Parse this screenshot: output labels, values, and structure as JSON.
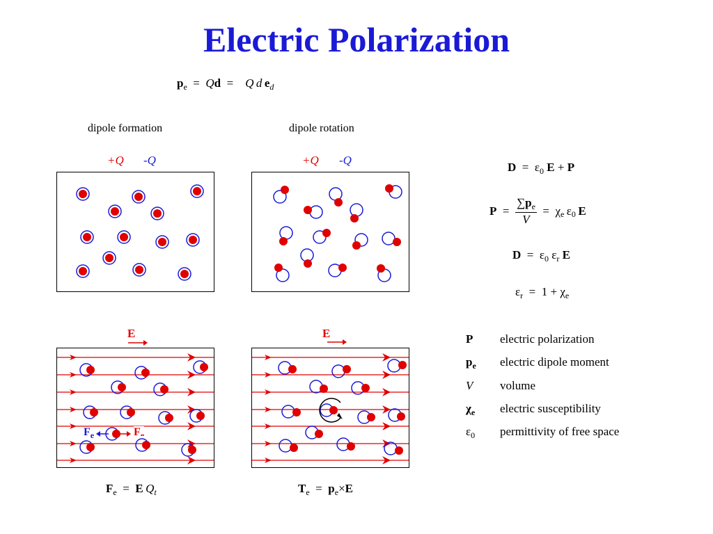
{
  "title": "Electric Polarization",
  "top_equation": {
    "lhs": "p",
    "lhs_sub": "e",
    "eq": "=",
    "mid_Q": "Q",
    "mid_d": "d",
    "eq2": "=",
    "rhs_Q": "Q",
    "rhs_d": "d",
    "rhs_e": "e",
    "rhs_sub": "d"
  },
  "panels": {
    "formation": {
      "caption": "dipole formation",
      "plus_label": "+Q",
      "minus_label": "-Q"
    },
    "rotation": {
      "caption": "dipole rotation",
      "plus_label": "+Q",
      "minus_label": "-Q"
    },
    "force": {
      "field_label": "E",
      "fe_left": "F",
      "fe_left_sub": "e",
      "fe_right": "F",
      "fe_right_sub": "e",
      "formula": {
        "F": "F",
        "F_sub": "e",
        "eq": "=",
        "E": "E",
        "Q": "Q",
        "Q_sub": "t"
      }
    },
    "torque": {
      "field_label": "E",
      "formula": {
        "T": "T",
        "T_sub": "e",
        "eq": "=",
        "p": "p",
        "p_sub": "e",
        "cross": "×",
        "E": "E"
      }
    }
  },
  "equations": {
    "eq1": {
      "D": "D",
      "eq": "=",
      "eps": "ε",
      "eps_sub": "0",
      "E": "E",
      "plus": "+",
      "P": "P"
    },
    "eq2": {
      "P": "P",
      "eq": "=",
      "sum": "∑",
      "p": "p",
      "p_sub": "e",
      "V": "V",
      "eq2": "=",
      "chi": "χ",
      "chi_sub": "e",
      "eps": "ε",
      "eps_sub": "0",
      "E": "E"
    },
    "eq3": {
      "D": "D",
      "eq": "=",
      "eps": "ε",
      "eps_sub": "0",
      "epsr": "ε",
      "epsr_sub": "r",
      "E": "E"
    },
    "eq4": {
      "eps": "ε",
      "eps_sub": "r",
      "eq": "=",
      "one": "1",
      "plus": "+",
      "chi": "χ",
      "chi_sub": "e"
    }
  },
  "legend": [
    {
      "symbol": "P",
      "sub": "",
      "style": "bold",
      "text": "electric polarization"
    },
    {
      "symbol": "p",
      "sub": "e",
      "style": "bold",
      "text": "electric dipole moment"
    },
    {
      "symbol": "V",
      "sub": "",
      "style": "italic",
      "text": "volume"
    },
    {
      "symbol": "χ",
      "sub": "e",
      "style": "bold",
      "text": "electric susceptibility"
    },
    {
      "symbol": "ε",
      "sub": "0",
      "style": "normal",
      "text": "permittivity of free space"
    }
  ],
  "colors": {
    "title": "#1a1ad6",
    "positive_charge": "#e00000",
    "negative_charge": "#1a1ad6",
    "field_lines": "#e00000"
  }
}
